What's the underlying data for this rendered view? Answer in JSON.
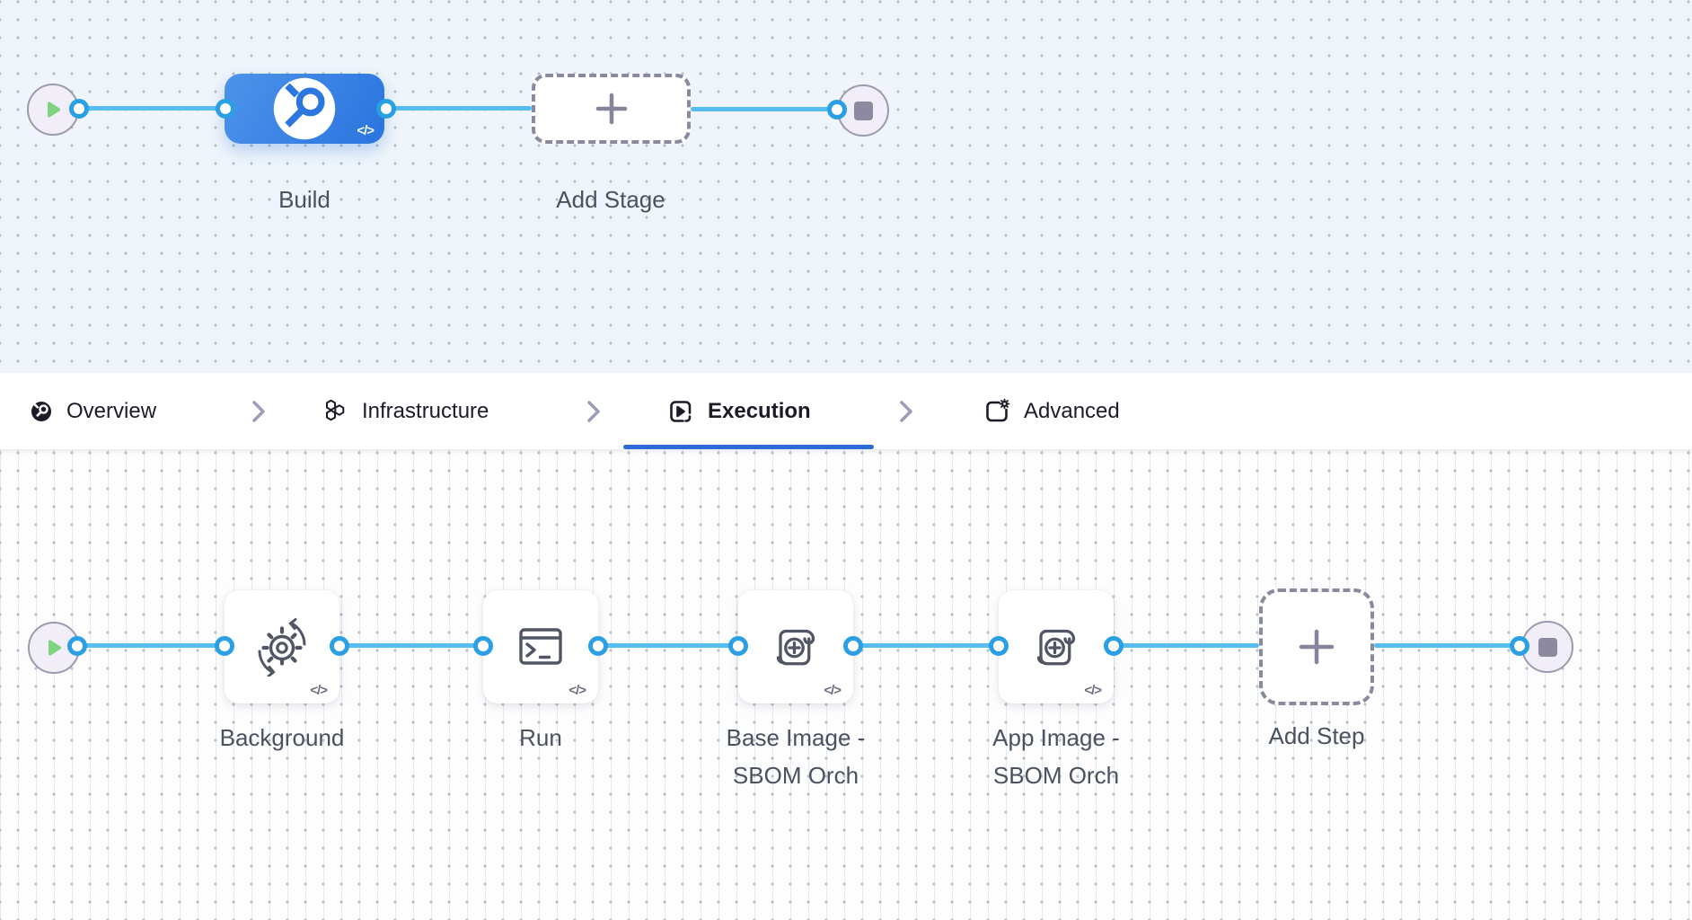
{
  "canvas": {
    "stage_row": {
      "build": {
        "label": "Build",
        "code_badge": "</>"
      },
      "add_stage": {
        "label": "Add Stage"
      }
    },
    "step_row": {
      "background": {
        "label": "Background",
        "code_badge": "</>"
      },
      "run": {
        "label": "Run",
        "code_badge": "</>"
      },
      "base_image": {
        "line1": "Base Image -",
        "line2": "SBOM Orch",
        "code_badge": "</>"
      },
      "app_image": {
        "line1": "App Image -",
        "line2": "SBOM Orch",
        "code_badge": "</>"
      },
      "add_step": {
        "label": "Add Step"
      }
    }
  },
  "tabs": {
    "items": [
      {
        "label": "Overview",
        "active": false
      },
      {
        "label": "Infrastructure",
        "active": false
      },
      {
        "label": "Execution",
        "active": true
      },
      {
        "label": "Advanced",
        "active": false
      }
    ]
  },
  "colors": {
    "edge_blue": "#57bdf0",
    "port_blue": "#2b9fe4",
    "active_tab_underline": "#2d6bd8",
    "stage_gradient_start": "#4d93eb",
    "stage_gradient_end": "#2a74de",
    "play_green": "#7fd381",
    "stop_gray": "#8b8aa0",
    "canvas_top_bg": "#eff5fa",
    "canvas_bottom_bg": "#fdfdfe"
  }
}
